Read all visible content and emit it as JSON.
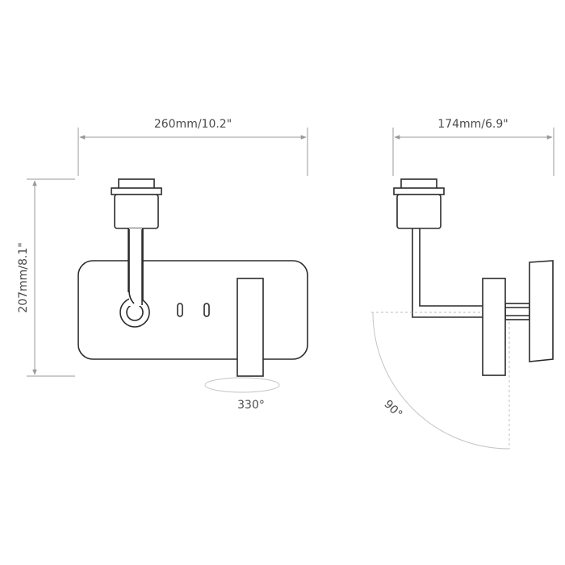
{
  "dimensions": {
    "front_width": "260mm/10.2\"",
    "front_height": "207mm/8.1\"",
    "side_width": "174mm/6.9\"",
    "rotation_angle": "330°",
    "tilt_angle": "90°"
  }
}
